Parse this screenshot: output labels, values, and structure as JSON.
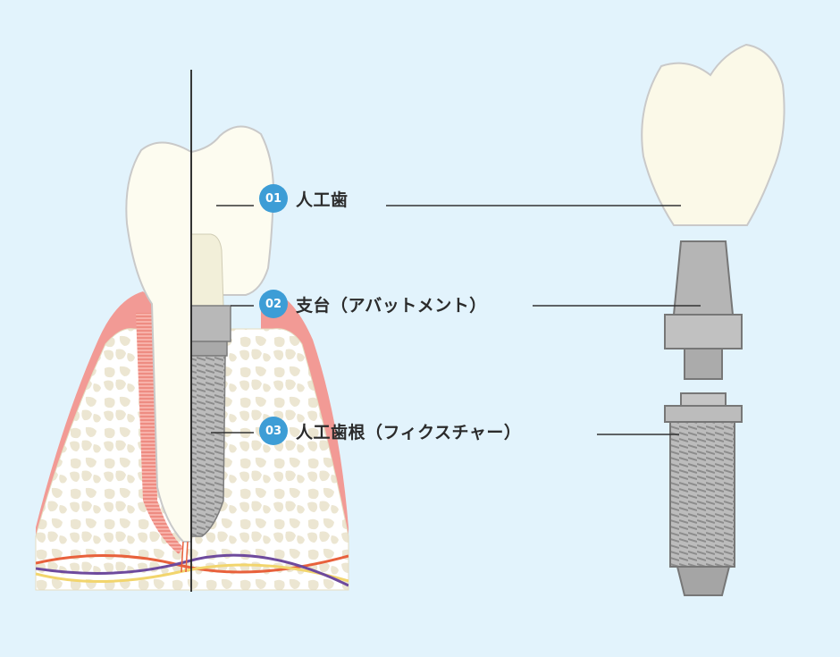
{
  "labels": [
    {
      "number": "01",
      "text": "人工歯"
    },
    {
      "number": "02",
      "text": "支台（アバットメント）"
    },
    {
      "number": "03",
      "text": "人工歯根（フィクスチャー）"
    }
  ],
  "colors": {
    "background": "#e2f3fc",
    "badge": "#3d9dd6",
    "gum": "#f29a95",
    "bone": "#f3efe2",
    "tooth": "#fdfcf0",
    "metal": "#b3b3b3",
    "nerve_red": "#e8613c",
    "nerve_purple": "#6e4a9d",
    "nerve_yellow": "#f2d56d"
  }
}
